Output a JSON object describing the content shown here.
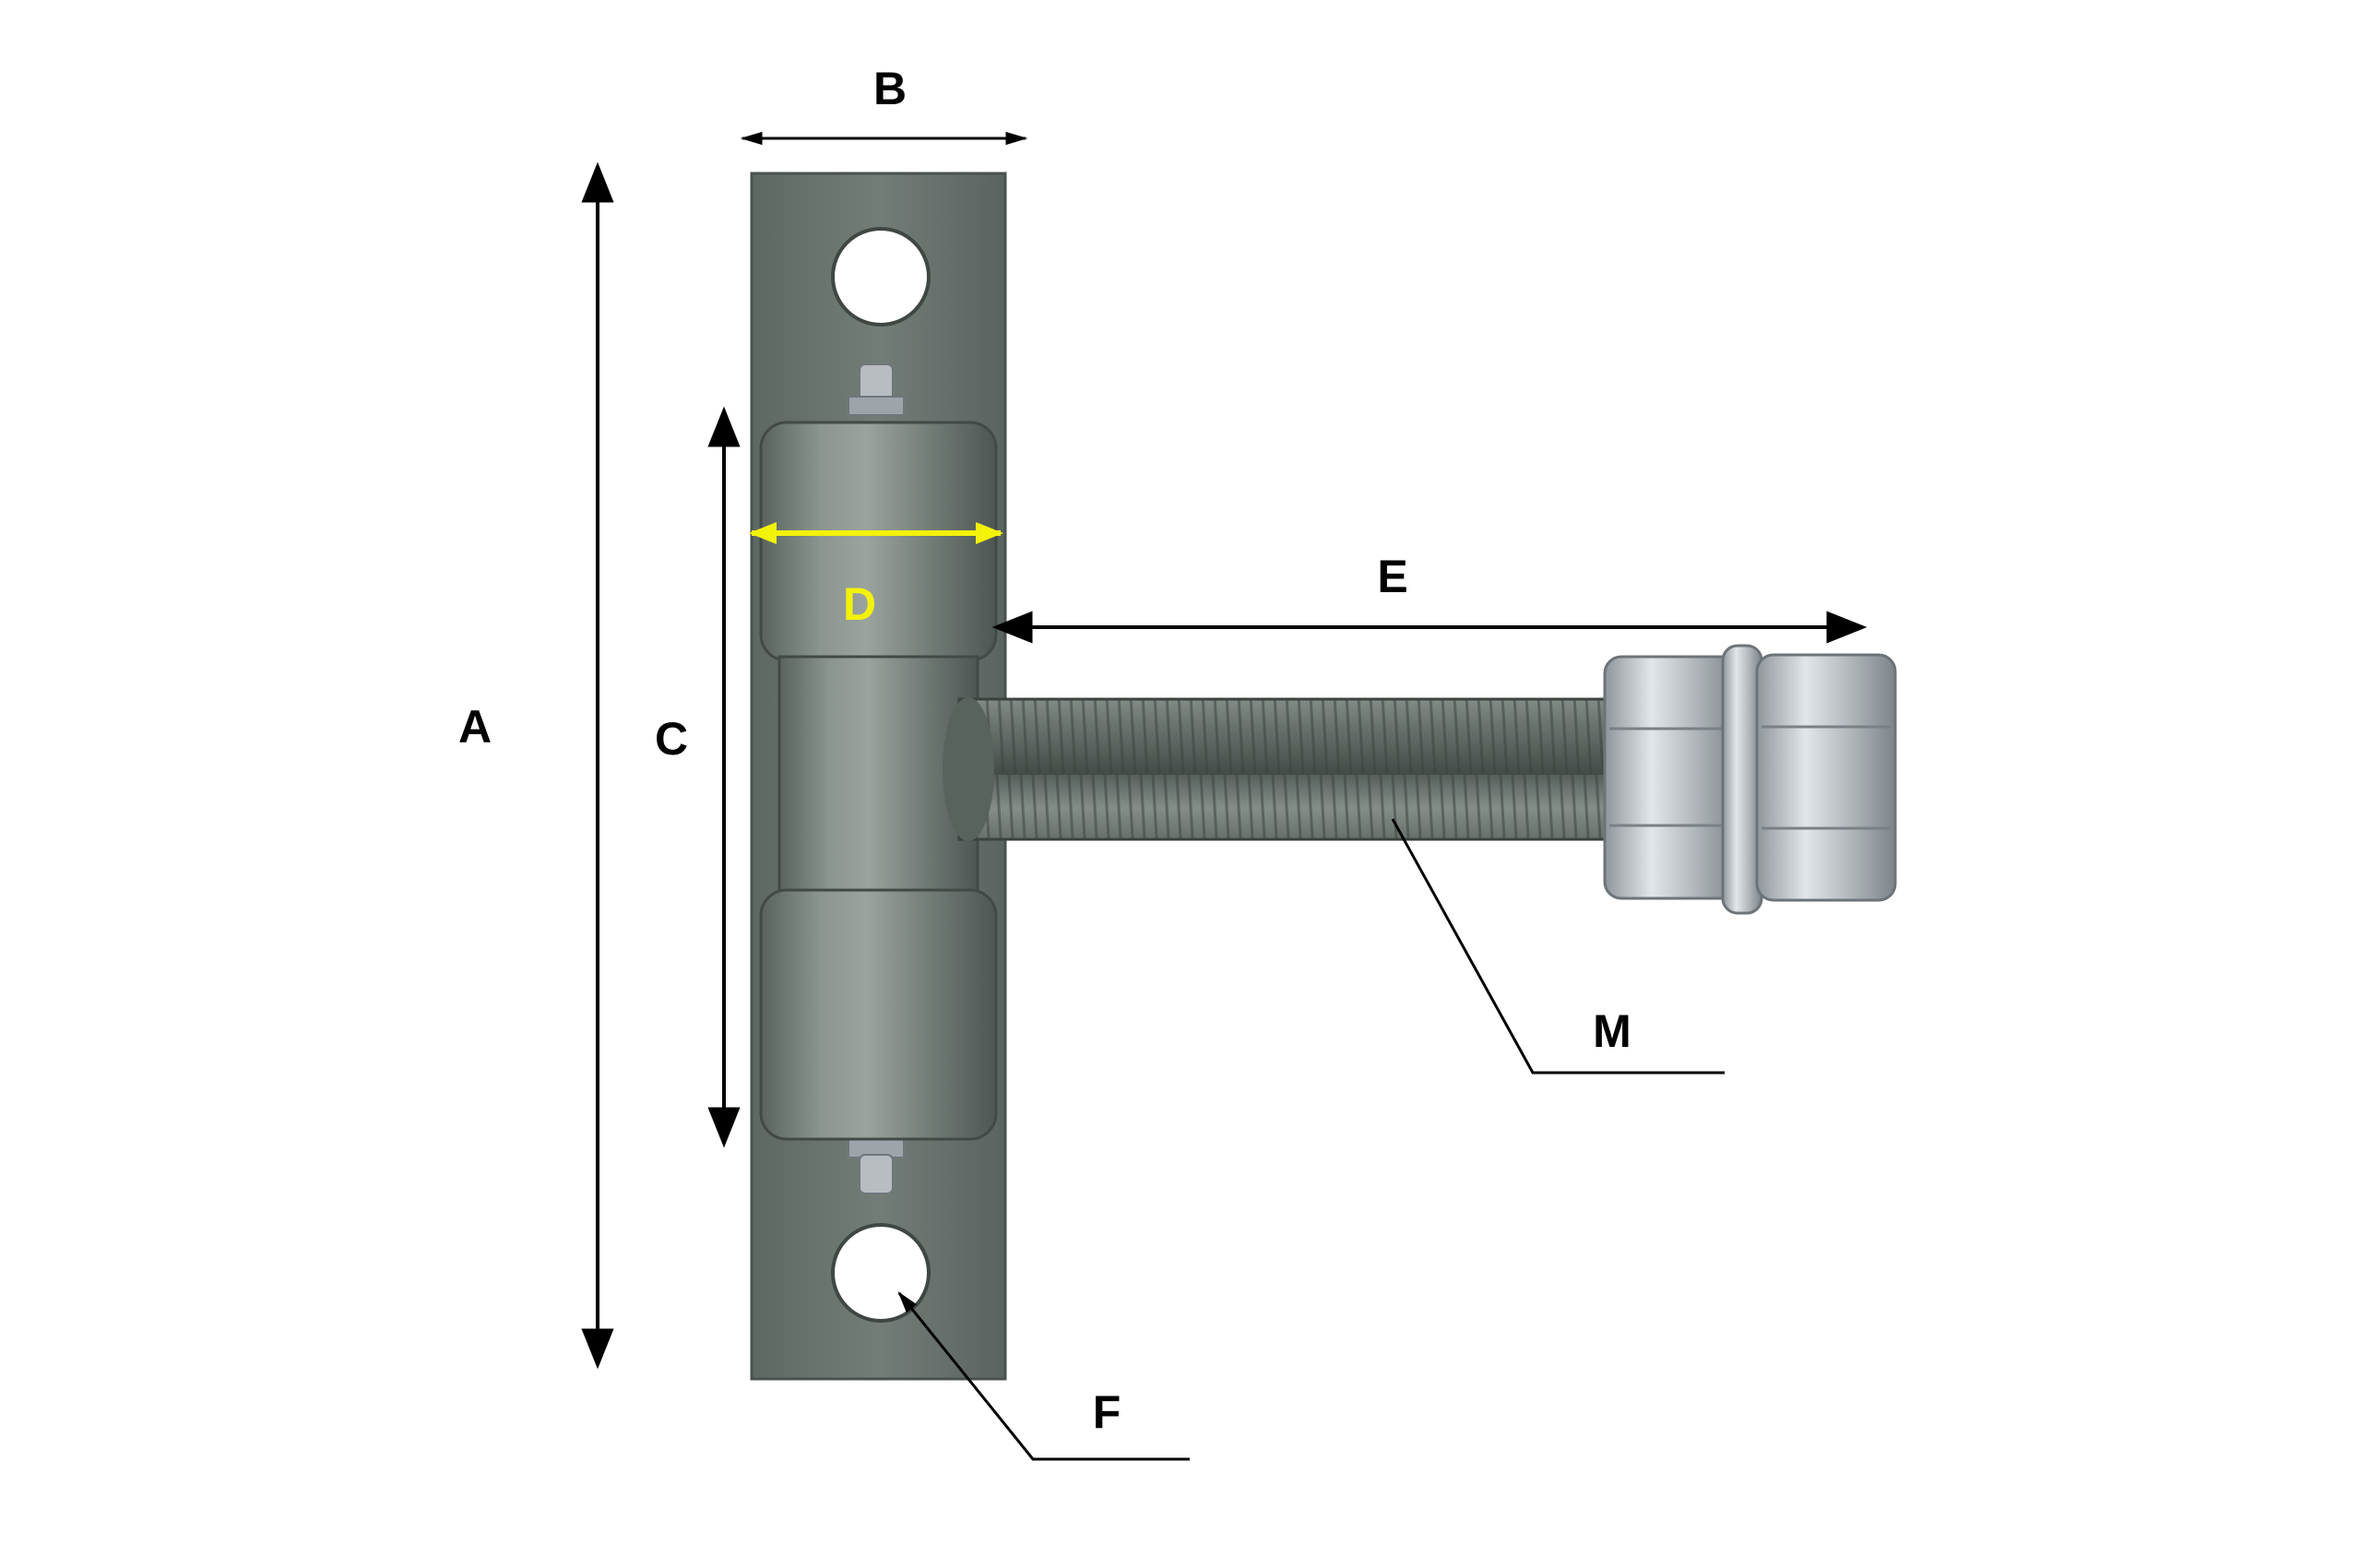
{
  "labels": {
    "a": "A",
    "b": "B",
    "c": "C",
    "d": "D",
    "e": "E",
    "f": "F",
    "m": "M"
  },
  "colors": {
    "dimension_line": "#000000",
    "label_text": "#000000",
    "highlight": "#f2f20a",
    "hinge_paint": "#6c7670",
    "zinc": "#c9ced2"
  }
}
